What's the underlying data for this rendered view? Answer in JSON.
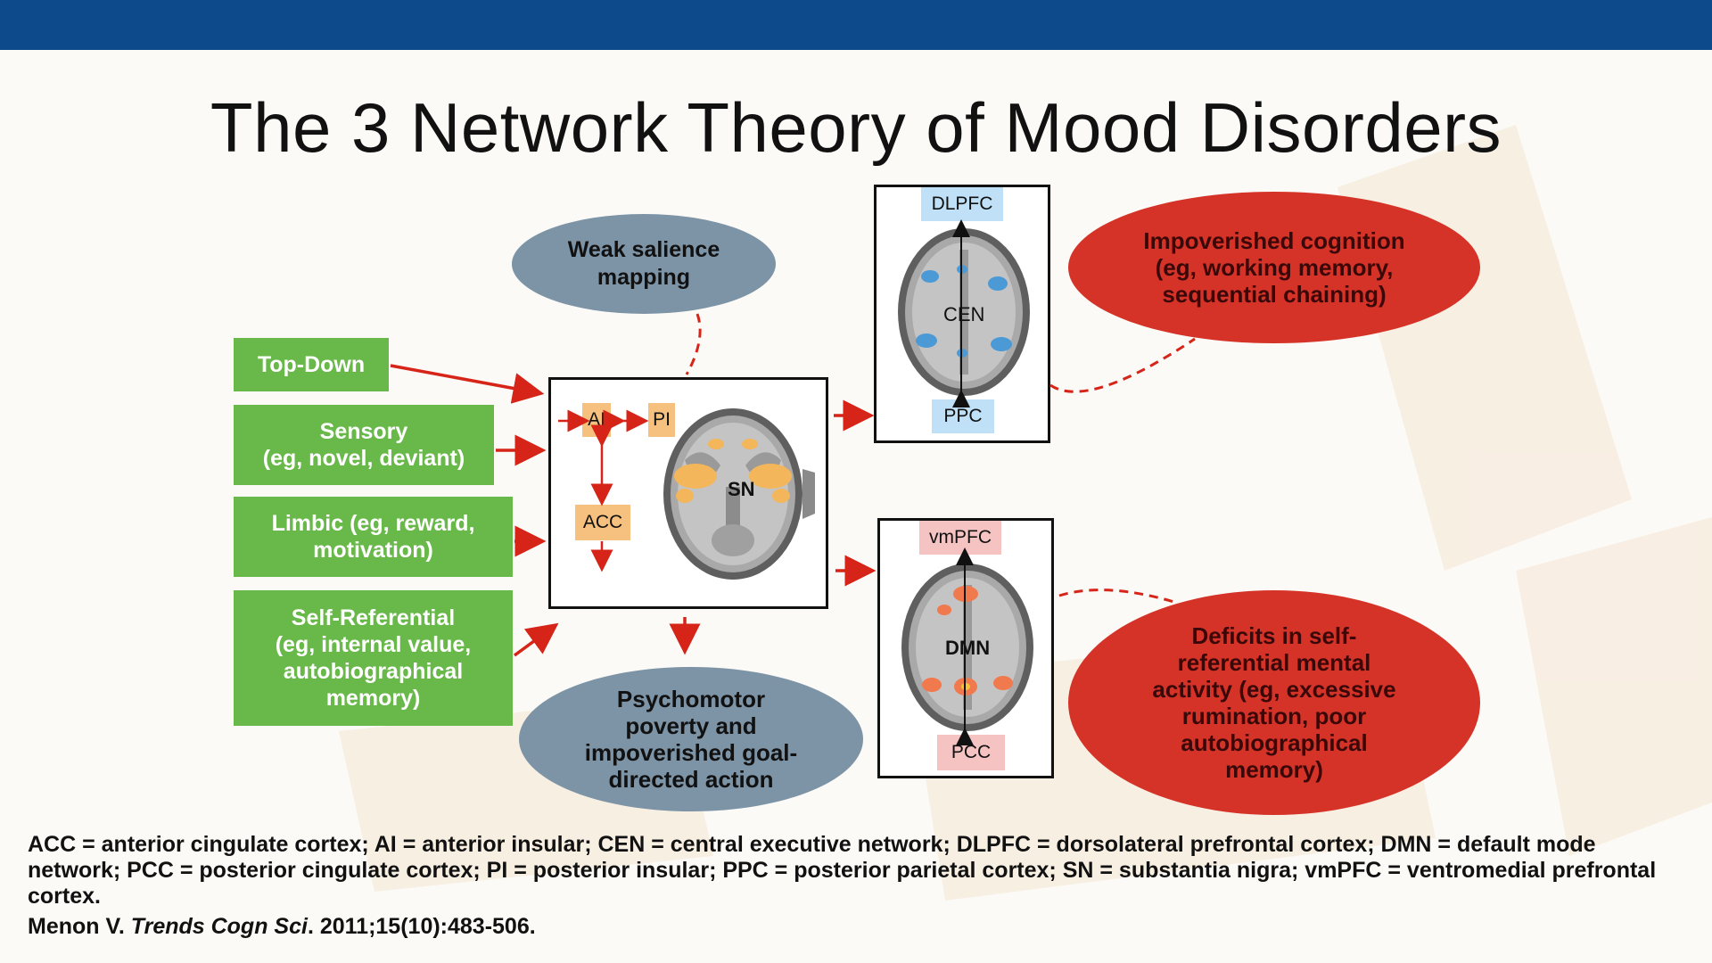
{
  "slide": {
    "title": "The 3 Network Theory of Mood Disorders",
    "colors": {
      "header_bar": "#0d4a8c",
      "green_box": "#69b84a",
      "gray_ellipse": "#7d93a6",
      "red_ellipse": "#d63328",
      "arrow": "#d62418"
    }
  },
  "inputs": {
    "top_down": "Top-Down",
    "sensory": [
      "Sensory",
      "(eg, novel, deviant)"
    ],
    "limbic": [
      "Limbic (eg, reward,",
      "motivation)"
    ],
    "self_ref": [
      "Self-Referential",
      "(eg, internal value,",
      "autobiographical",
      "memory)"
    ]
  },
  "salience": {
    "weak_mapping": [
      "Weak salience",
      "mapping"
    ],
    "psychomotor": [
      "Psychomotor",
      "poverty and",
      "impoverished goal-",
      "directed action"
    ],
    "ai": "AI",
    "pi": "PI",
    "acc": "ACC",
    "network": "SN"
  },
  "cen": {
    "top": "DLPFC",
    "network": "CEN",
    "bottom": "PPC"
  },
  "dmn": {
    "top": "vmPFC",
    "network": "DMN",
    "bottom": "PCC"
  },
  "outcomes": {
    "cognition": [
      "Impoverished cognition",
      "(eg, working memory,",
      "sequential chaining)"
    ],
    "self_ref_deficit": [
      "Deficits in self-",
      "referential mental",
      "activity (eg, excessive",
      "rumination, poor",
      "autobiographical",
      "memory)"
    ]
  },
  "footer": {
    "abbreviations": "ACC = anterior cingulate cortex; AI = anterior insular; CEN = central executive network; DLPFC = dorsolateral prefrontal cortex; DMN = default mode network; PCC = posterior cingulate cortex; PI = posterior insular; PPC = posterior parietal cortex; SN = substantia nigra; vmPFC = ventromedial prefrontal cortex.",
    "citation_author": "Menon V. ",
    "citation_journal": "Trends Cogn Sci",
    "citation_rest": ". 2011;15(10):483-506."
  }
}
